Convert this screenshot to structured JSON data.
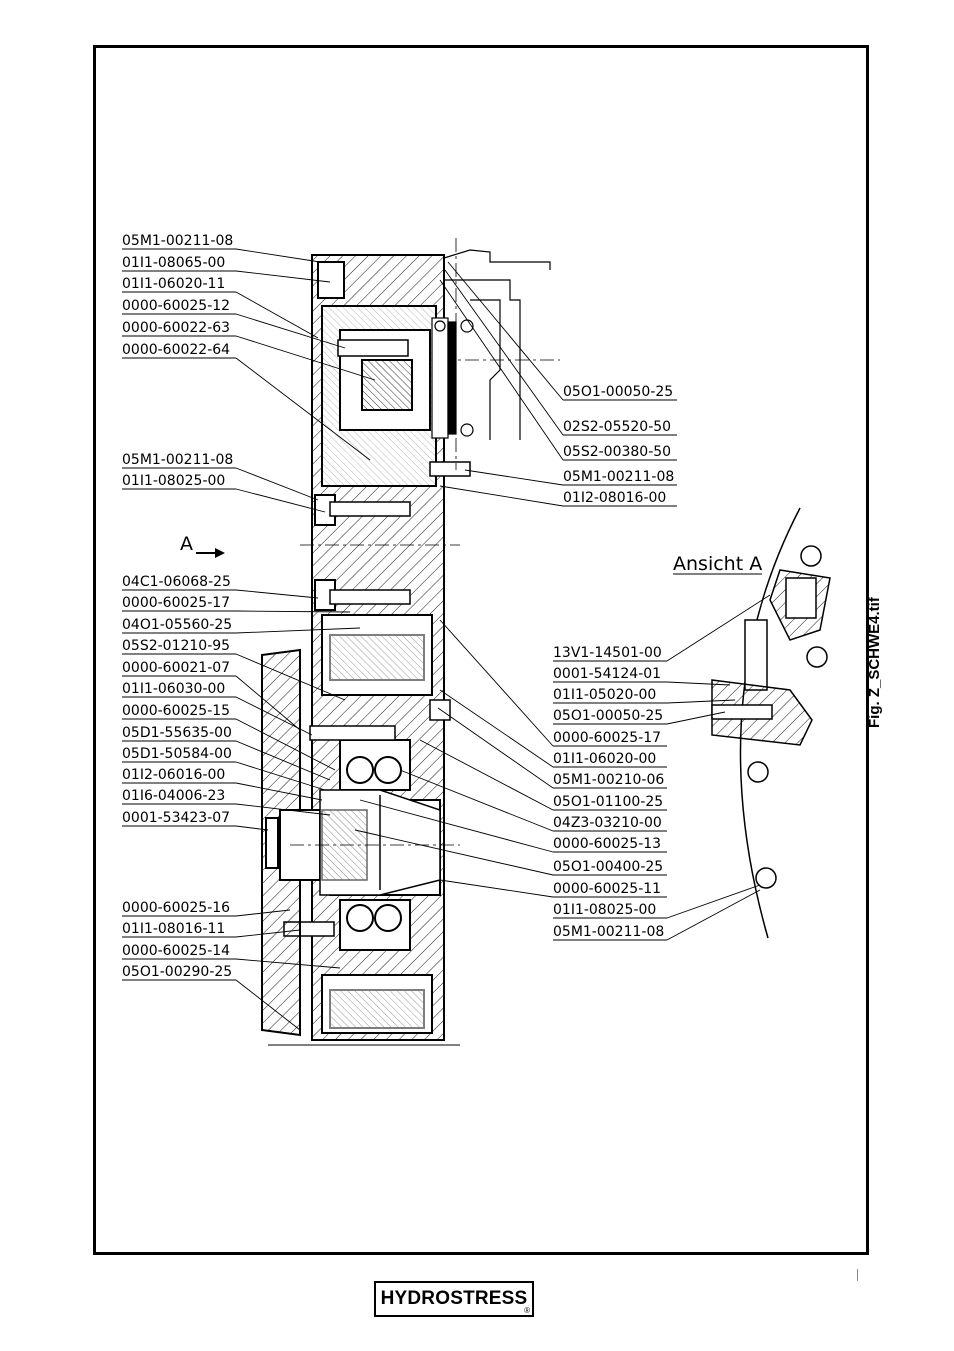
{
  "figure_caption": "Fig. Z_SCHWE4.tif",
  "view_arrow_label": "A",
  "detail_view_label": "Ansicht A",
  "brand": {
    "name": "HYDROSTRESS",
    "registered": "®"
  },
  "left_labels": [
    "05M1-00211-08",
    "01I1-08065-00",
    "01I1-06020-11",
    "0000-60025-12",
    "0000-60022-63",
    "0000-60022-64",
    "05M1-00211-08",
    "01I1-08025-00",
    "04C1-06068-25",
    "0000-60025-17",
    "04O1-05560-25",
    "05S2-01210-95",
    "0000-60021-07",
    "01I1-06030-00",
    "0000-60025-15",
    "05D1-55635-00",
    "05D1-50584-00",
    "01I2-06016-00",
    "01I6-04006-23",
    "0001-53423-07",
    "0000-60025-16",
    "01I1-08016-11",
    "0000-60025-14",
    "05O1-00290-25"
  ],
  "right_labels": [
    "05O1-00050-25",
    "02S2-05520-50",
    "05S2-00380-50",
    "05M1-00211-08",
    "01I2-08016-00",
    "13V1-14501-00",
    "0001-54124-01",
    "01I1-05020-00",
    "05O1-00050-25",
    "0000-60025-17",
    "01I1-06020-00",
    "05M1-00210-06",
    "05O1-01100-25",
    "04Z3-03210-00",
    "0000-60025-13",
    "05O1-00400-25",
    "0000-60025-11",
    "01I1-08025-00",
    "05M1-00211-08"
  ]
}
